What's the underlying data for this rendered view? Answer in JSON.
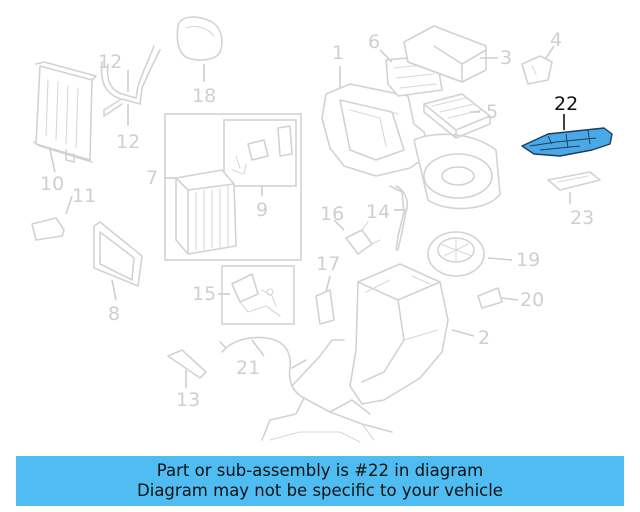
{
  "callouts": {
    "c1": "1",
    "c2": "2",
    "c3": "3",
    "c4": "4",
    "c5": "5",
    "c6": "6",
    "c7": "7",
    "c8": "8",
    "c9": "9",
    "c10": "10",
    "c11": "11",
    "c12a": "12",
    "c12b": "12",
    "c13": "13",
    "c14": "14",
    "c15": "15",
    "c16": "16",
    "c17": "17",
    "c18": "18",
    "c19": "19",
    "c20": "20",
    "c21": "21",
    "c22": "22",
    "c23": "23"
  },
  "highlight": {
    "part": "22",
    "color": "#4aa8e6"
  },
  "banner": {
    "line1": "Part or sub-assembly is #22 in diagram",
    "line2": "Diagram may not be specific to your vehicle",
    "background": "#4fbdf2"
  }
}
